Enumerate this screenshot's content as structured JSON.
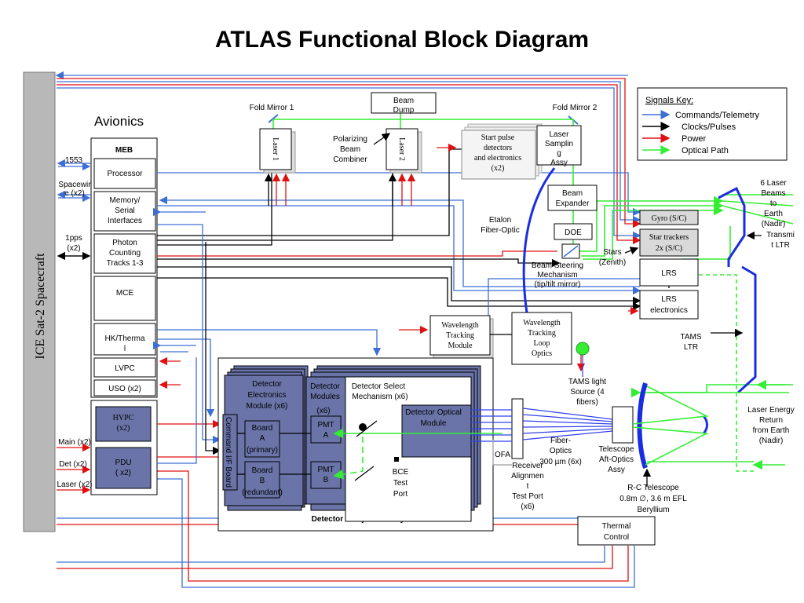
{
  "title": "ATLAS Functional Block Diagram",
  "spacecraft": "ICE Sat-2 Spacecraft",
  "avionics": {
    "label": "Avionics",
    "meb": "MEB",
    "processor": "Processor",
    "memory": [
      "Memory/",
      "Serial",
      "Interfaces"
    ],
    "photon": [
      "Photon",
      "Counting",
      "Tracks 1-3"
    ],
    "mce": "MCE",
    "hk": [
      "HK/Therma",
      "l"
    ],
    "lvpc": "LVPC",
    "uso": "USO (x2)",
    "hvpc": [
      "HVPC",
      "(x2)"
    ],
    "pdu": [
      "PDU",
      "( x2)"
    ]
  },
  "left_labels": {
    "l1553": "1553",
    "spacewire": [
      "Spacewir",
      "e (x2)"
    ],
    "pps": [
      "1pps",
      "(x2)"
    ],
    "main": "Main (x2)",
    "det": "Det (x2)",
    "laser": "Laser (x2)"
  },
  "optics": {
    "fold1": "Fold Mirror 1",
    "fold2": "Fold Mirror 2",
    "beam_dump": [
      "Beam",
      "Dump"
    ],
    "laser1": "Laser 1",
    "laser2": "Laser 2",
    "polarizing": [
      "Polarizing",
      "Beam",
      "Combiner"
    ],
    "start_pulse": [
      "Start pulse",
      "detectors",
      "and electronics",
      "(x2)"
    ],
    "laser_sampling": [
      "Laser",
      "Samplin",
      "g",
      "Assy"
    ],
    "beam_expander": [
      "Beam",
      "Expander"
    ],
    "doe": "DOE",
    "etalon": [
      "Etalon",
      "Fiber-Optic"
    ],
    "beam_steering": [
      "Beam Steering",
      "Mechanism",
      "(tip/tilt mirror)"
    ],
    "wtm": [
      "Wavelength",
      "Tracking",
      "Module"
    ],
    "wtlo": [
      "Wavelength",
      "Tracking",
      "Loop",
      "Optics"
    ],
    "tams_source": [
      "TAMS light",
      "Source (4",
      "fibers)"
    ],
    "tams_ltr": [
      "TAMS",
      "LTR"
    ],
    "fiber_optics": [
      "Fiber-",
      "Optics",
      "300 µm (6x)"
    ],
    "ofa": "OFA",
    "receiver_alignment": [
      "Receiver",
      "Alignmen",
      "t",
      "Test Port",
      "(x6)"
    ],
    "telescope_aft": [
      "Telescope",
      "Aft-Optics",
      "Assy"
    ],
    "rc_telescope": [
      "R-C Telescope",
      "0.8m ∅, 3.6 m EFL",
      "Beryllium"
    ],
    "thermal": [
      "Thermal",
      "Control"
    ]
  },
  "right": {
    "gyro": "Gyro (S/C)",
    "star_trackers": [
      "Star trackers",
      "2x (S/C)"
    ],
    "lrs": "LRS",
    "lrs_elec": [
      "LRS",
      "electronics"
    ],
    "stars": [
      "Stars",
      "(Zenith)"
    ],
    "six_beams": [
      "6 Laser",
      "Beams",
      "to",
      "Earth",
      "(Nadir)"
    ],
    "transmit": [
      "Transmi",
      "t LTR"
    ],
    "laser_return": [
      "Laser Energy",
      "Return",
      "from Earth",
      "(Nadir)"
    ]
  },
  "detector": {
    "electronics": [
      "Detector",
      "Electronics",
      "Module (x6)"
    ],
    "modules": [
      "Detector",
      "Modules",
      "(x6)"
    ],
    "select": [
      "Detector Select",
      "Mechanism  (x6)"
    ],
    "optical": [
      "Detector Optical",
      "Module"
    ],
    "command": "Command I/F Board",
    "board_a": [
      "Board",
      "A",
      "(primary)"
    ],
    "board_b": [
      "Board",
      "B",
      "(redundant)"
    ],
    "pmt_a": [
      "PMT",
      "A"
    ],
    "pmt_b": [
      "PMT",
      "B"
    ],
    "bce": [
      "BCE",
      "Test",
      "Port"
    ],
    "assembly": "Detector Array Assembly"
  },
  "legend": {
    "title": "Signals Key:",
    "items": [
      {
        "label": "Commands/Telemetry",
        "color": "#3c6fd6"
      },
      {
        "label": "Clocks/Pulses",
        "color": "#000000"
      },
      {
        "label": "Power",
        "color": "#e01010"
      },
      {
        "label": "Optical Path",
        "color": "#33ee33"
      }
    ]
  }
}
